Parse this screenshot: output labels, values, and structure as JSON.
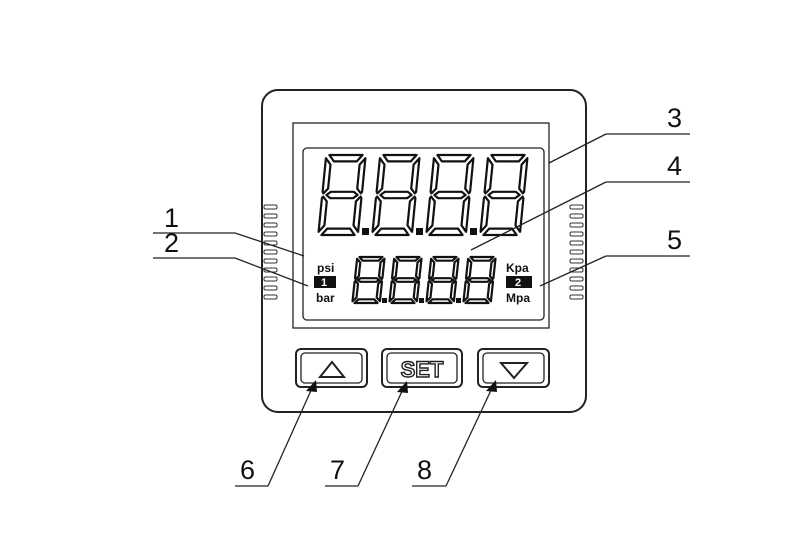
{
  "display": {
    "main_value": "8.8.8.8",
    "sub_value": "8.8.8.8",
    "left_units": {
      "top": "psi",
      "badge": "1",
      "bottom": "bar"
    },
    "right_units": {
      "top": "Kpa",
      "badge": "2",
      "bottom": "Mpa"
    }
  },
  "buttons": {
    "up": {
      "icon": "triangle-up-icon"
    },
    "set": {
      "label": "SET"
    },
    "down": {
      "icon": "triangle-down-icon"
    }
  },
  "callouts": [
    "1",
    "2",
    "3",
    "4",
    "5",
    "6",
    "7",
    "8"
  ],
  "colors": {
    "ink": "#222222",
    "background": "#ffffff"
  }
}
